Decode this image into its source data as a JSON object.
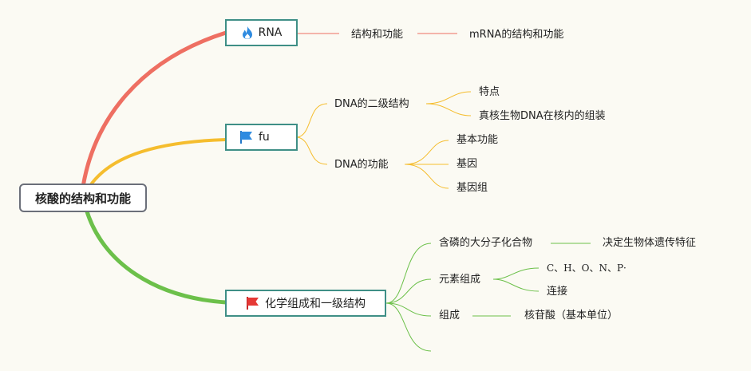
{
  "root": {
    "label": "核酸的结构和功能"
  },
  "branches": {
    "rna": {
      "label": "RNA",
      "icon": "fire-icon",
      "color": "#ee6f62",
      "children": {
        "structure": "结构和功能",
        "mrna": "mRNA的结构和功能"
      }
    },
    "fu": {
      "label": "fu",
      "icon": "blue-flag-icon",
      "color": "#f5bd2e",
      "children": {
        "secondary": {
          "label": "DNA的二级结构",
          "items": [
            "特点",
            "真核生物DNA在核内的组装"
          ]
        },
        "function": {
          "label": "DNA的功能",
          "items": [
            "基本功能",
            "基因",
            "基因组"
          ]
        }
      }
    },
    "chem": {
      "label": "化学组成和一级结构",
      "icon": "red-flag-icon",
      "color": "#6cc04a",
      "children": {
        "macro": {
          "label": "含磷的大分子化合物",
          "detail": "决定生物体遗传特征"
        },
        "elements": {
          "label": "元素组成",
          "items": [
            "C、H、O、N、P·",
            "连接"
          ]
        },
        "composition": {
          "label": "组成",
          "detail": "核苷酸（基本单位）"
        }
      }
    }
  },
  "colors": {
    "branch_border": "#3f8f86",
    "root_border": "#6b6f79",
    "background": "#fbfaf3"
  }
}
